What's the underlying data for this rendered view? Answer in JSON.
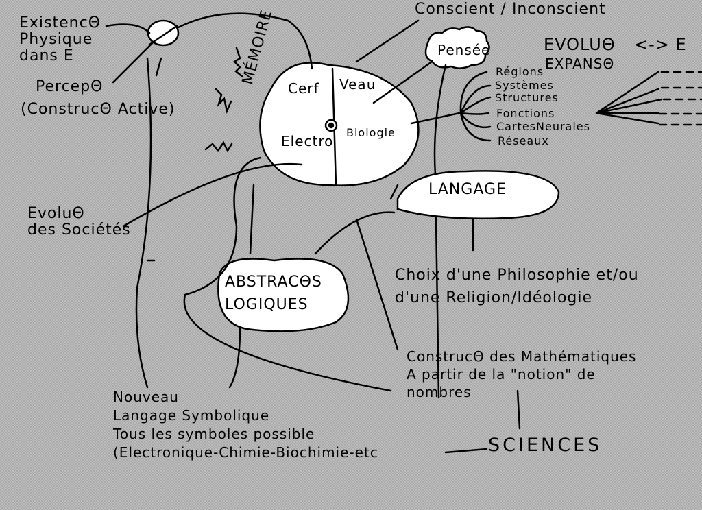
{
  "labels": {
    "existence": "ExistencΘ\nPhysique\ndans E",
    "perception": "PercepΘ",
    "construction_active": "(ConstrucΘ Active)",
    "memoire": "MÉMOIRE",
    "cerveau_left": "Cerf",
    "cerveau_right": "Veau",
    "electro": "Electro",
    "biologie": "Biologie",
    "conscient": "Conscient / Inconscient",
    "pensee": "Pensée",
    "evolution": "EVOLUΘ",
    "arrow_e": "<-> E",
    "expansion": "EXPANSΘ",
    "brain_items": [
      "Régions",
      "Systèmes",
      "Structures",
      "Fonctions",
      "CartesNeurales",
      "Réseaux"
    ],
    "langage": "LANGAGE",
    "evolution_societes": "EvoluΘ\ndes Sociétés",
    "abstractions": "ABSTRACΘS\nLOGIQUES",
    "choix": "Choix d'une Philosophie et/ou\nd'une Religion/Idéologie",
    "mathematiques": "ConstrucΘ des Mathématiques\nA partir de la \"notion\" de\nnombres",
    "nouveau_langage": "Nouveau\nLangage Symbolique\nTous les symboles possible\n(Electronique-Chimie-Biochimie-etc",
    "sciences": "SCIENCES"
  },
  "colors": {
    "ink": "#000000",
    "paper": "#ffffff"
  }
}
